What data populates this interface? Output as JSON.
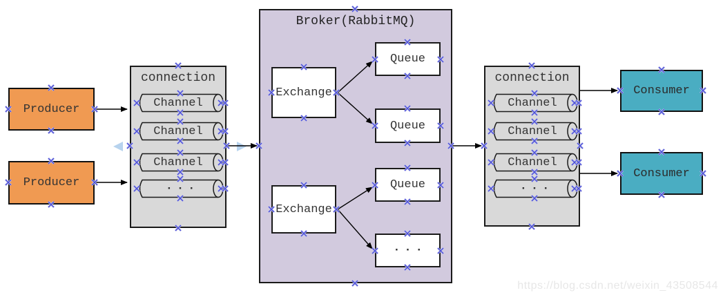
{
  "watermark": "https://blog.csdn.net/weixin_43508544",
  "producers": [
    "Producer",
    "Producer"
  ],
  "consumers": [
    "Consumer",
    "Consumer"
  ],
  "connection_left": {
    "title": "connection",
    "channels": [
      "Channel",
      "Channel",
      "Channel",
      "···"
    ]
  },
  "connection_right": {
    "title": "connection",
    "channels": [
      "Channel",
      "Channel",
      "Channel",
      "···"
    ]
  },
  "broker": {
    "title": "Broker(RabbitMQ)",
    "exchanges": [
      "Exchange",
      "Exchange"
    ],
    "queues": [
      "Queue",
      "Queue",
      "Queue",
      "···"
    ]
  },
  "colors": {
    "producer": "#F09A52",
    "consumer": "#4AADC2",
    "broker": "#D2CADE",
    "connection": "#D9D9D9",
    "marker": "#4D50D4",
    "marker_halo": "#C3C5F2",
    "hint_arrow": "#B7D3EE",
    "arrow": "#000000"
  }
}
